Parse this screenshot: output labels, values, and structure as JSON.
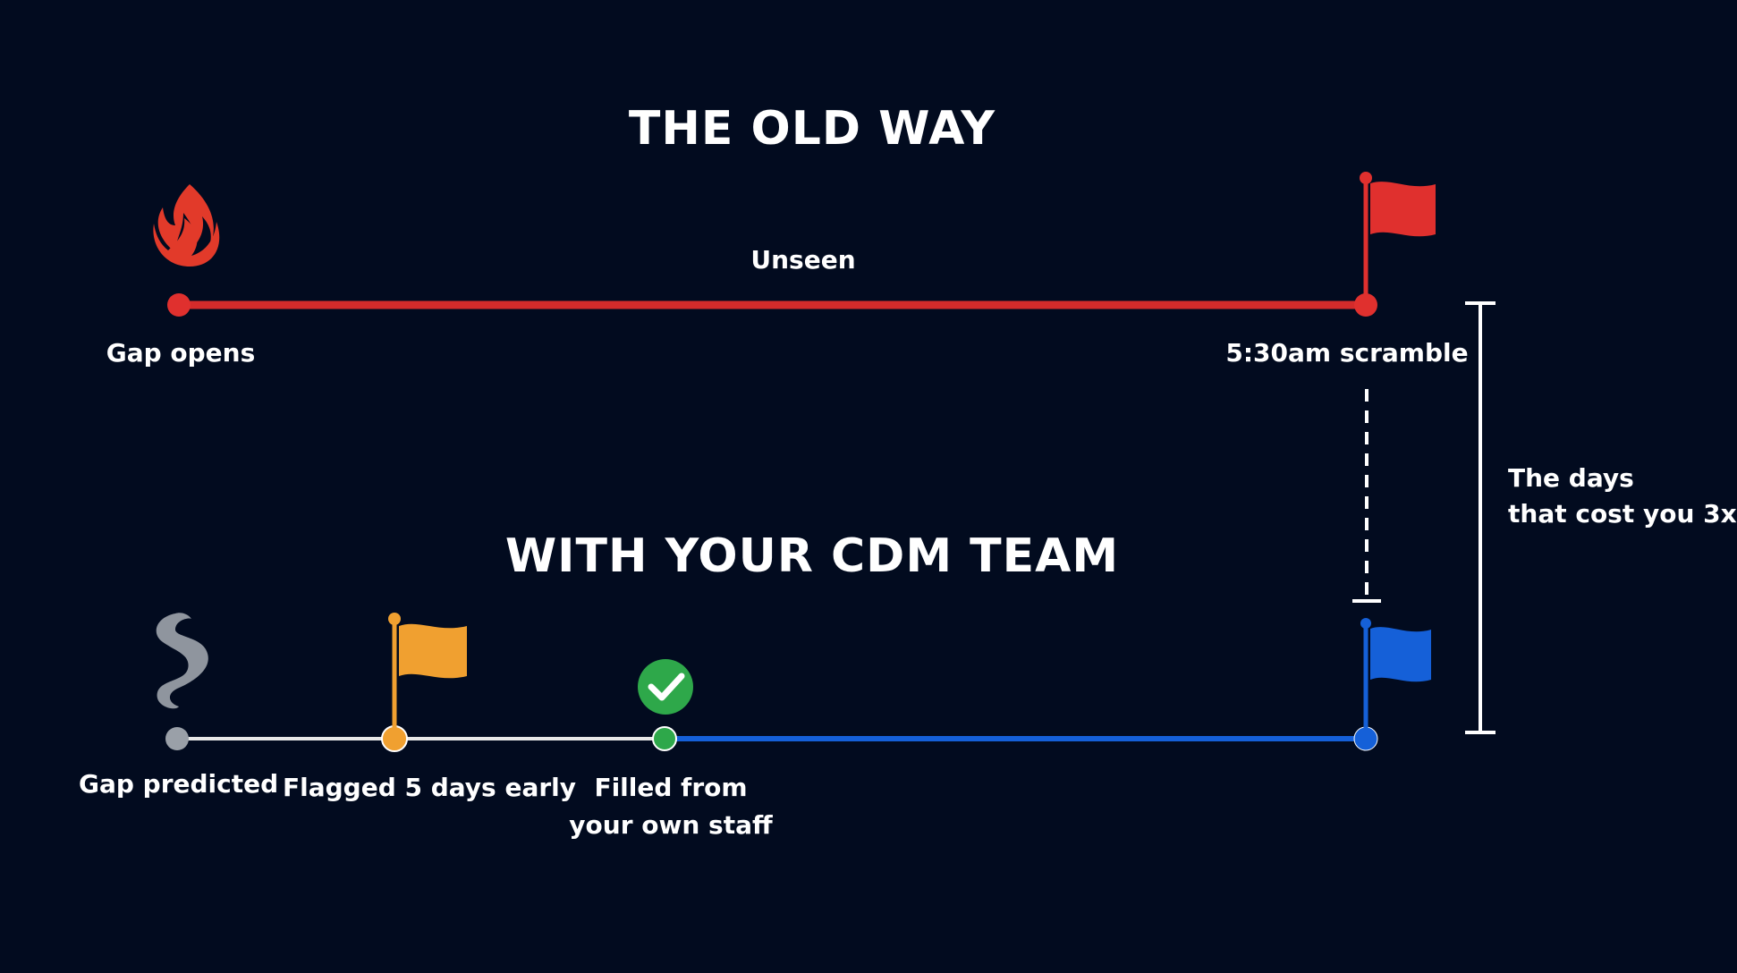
{
  "old_way": {
    "title": "THE OLD WAY",
    "segment_label": "Unseen",
    "start_label": "Gap opens",
    "end_label": "5:30am scramble",
    "start_icon": "fire-icon",
    "end_icon": "red-flag-icon",
    "color": "#d42b2b"
  },
  "cdm_team": {
    "title": "WITH YOUR CDM TEAM",
    "milestones": [
      {
        "label": "Gap predicted",
        "icon": "smoke-icon",
        "color": "#9aa0a8"
      },
      {
        "label": "Flagged 5 days early",
        "icon": "orange-flag-icon",
        "color": "#f0a030"
      },
      {
        "label_line1": "Filled from",
        "label_line2": "your own staff",
        "icon": "check-circle-icon",
        "color": "#2ea84a"
      },
      {
        "icon": "blue-flag-icon",
        "color": "#1560d8"
      }
    ]
  },
  "bracket": {
    "label_line1": "The days",
    "label_line2": "that cost you 3x"
  }
}
